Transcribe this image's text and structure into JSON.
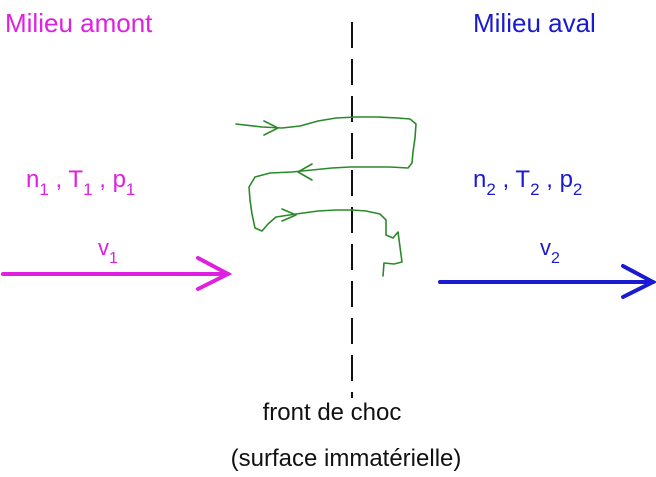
{
  "upstream": {
    "title": "Milieu amont",
    "state": {
      "n": "n",
      "n_sub": "1",
      "T": "T",
      "T_sub": "1",
      "p": "p",
      "p_sub": "1"
    },
    "velocity": {
      "v": "v",
      "v_sub": "1"
    }
  },
  "downstream": {
    "title": "Milieu aval",
    "state": {
      "n": "n",
      "n_sub": "2",
      "T": "T",
      "T_sub": "2",
      "p": "p",
      "p_sub": "2"
    },
    "velocity": {
      "v": "v",
      "v_sub": "2"
    }
  },
  "separator": " , ",
  "shock": {
    "line1": "front de choc",
    "line2": "(surface immatérielle)"
  },
  "colors": {
    "upstream": "#e020e0",
    "downstream": "#1a1ad0",
    "particle_path": "#2a8a2a",
    "shock_line": "#111111"
  }
}
